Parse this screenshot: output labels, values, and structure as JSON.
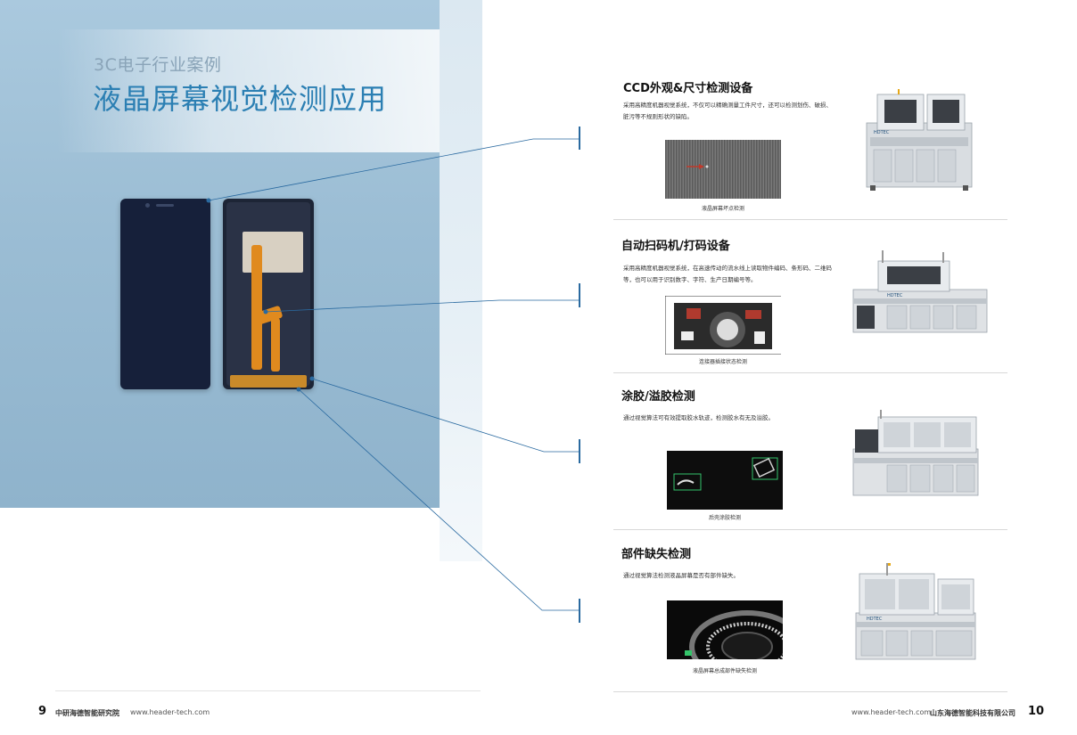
{
  "left": {
    "subtitle": "3C电子行业案例",
    "title": "液晶屏幕视觉检测应用"
  },
  "sections": [
    {
      "title": "CCD外观&尺寸检测设备",
      "desc": "采用高精度机器视觉系统，不仅可以精确测量工件尺寸，还可以检测划伤、破损、脏污等不规则形状的缺陷。",
      "caption": "液晶屏幕坏点检测",
      "machine_brand": "HDTEC"
    },
    {
      "title": "自动扫码机/打码设备",
      "desc": "采用高精度机器视觉系统，在高速传动的流水线上读取物件编码、条形码、二维码等，也可以用于识别数字、字符、生产日期编号等。",
      "caption": "连接器插接状态检测",
      "machine_brand": "HDTEC"
    },
    {
      "title": "涂胶/溢胶检测",
      "desc": "通过视觉算法可有效提取胶水轨迹，检测胶水有无及溢胶。",
      "caption": "后壳涂胶检测",
      "machine_brand": ""
    },
    {
      "title": "部件缺失检测",
      "desc": "通过视觉算法检测液晶屏幕是否有部件缺失。",
      "caption": "液晶屏幕总成部件缺失检测",
      "machine_brand": "HDTEC"
    }
  ],
  "footer": {
    "left_page_num": "9",
    "left_org": "中研海德智能研究院",
    "left_url": "www.header-tech.com",
    "right_url": "www.header-tech.com",
    "right_org": "山东海德智能科技有限公司",
    "right_page_num": "10"
  },
  "colors": {
    "accent": "#2b7fb3",
    "leader_line": "#2a6aa0",
    "panel": "#9bbdd4"
  }
}
